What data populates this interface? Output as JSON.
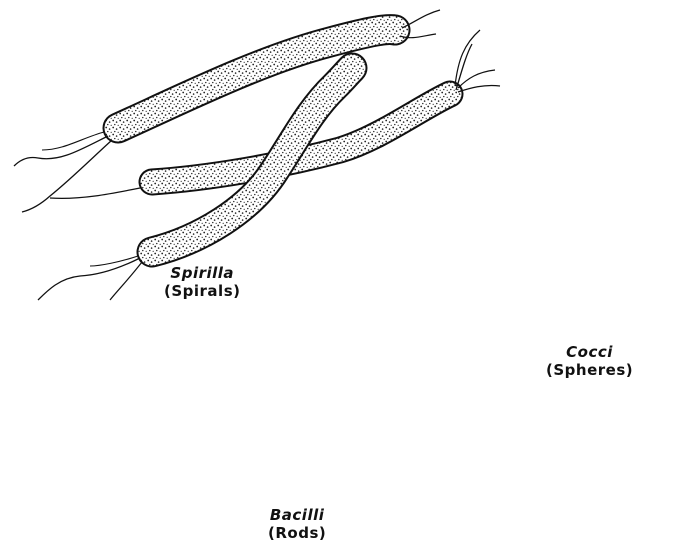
{
  "figure": {
    "groups": [
      {
        "id": "spirilla",
        "name": "Spirilla",
        "common": "(Spirals)"
      },
      {
        "id": "cocci",
        "name": "Cocci",
        "common": "(Spheres)"
      },
      {
        "id": "bacilli",
        "name": "Bacilli",
        "common": "(Rods)"
      }
    ]
  },
  "colors": {
    "ink": "#111111",
    "paper": "#ffffff",
    "speckle": "#222222"
  }
}
